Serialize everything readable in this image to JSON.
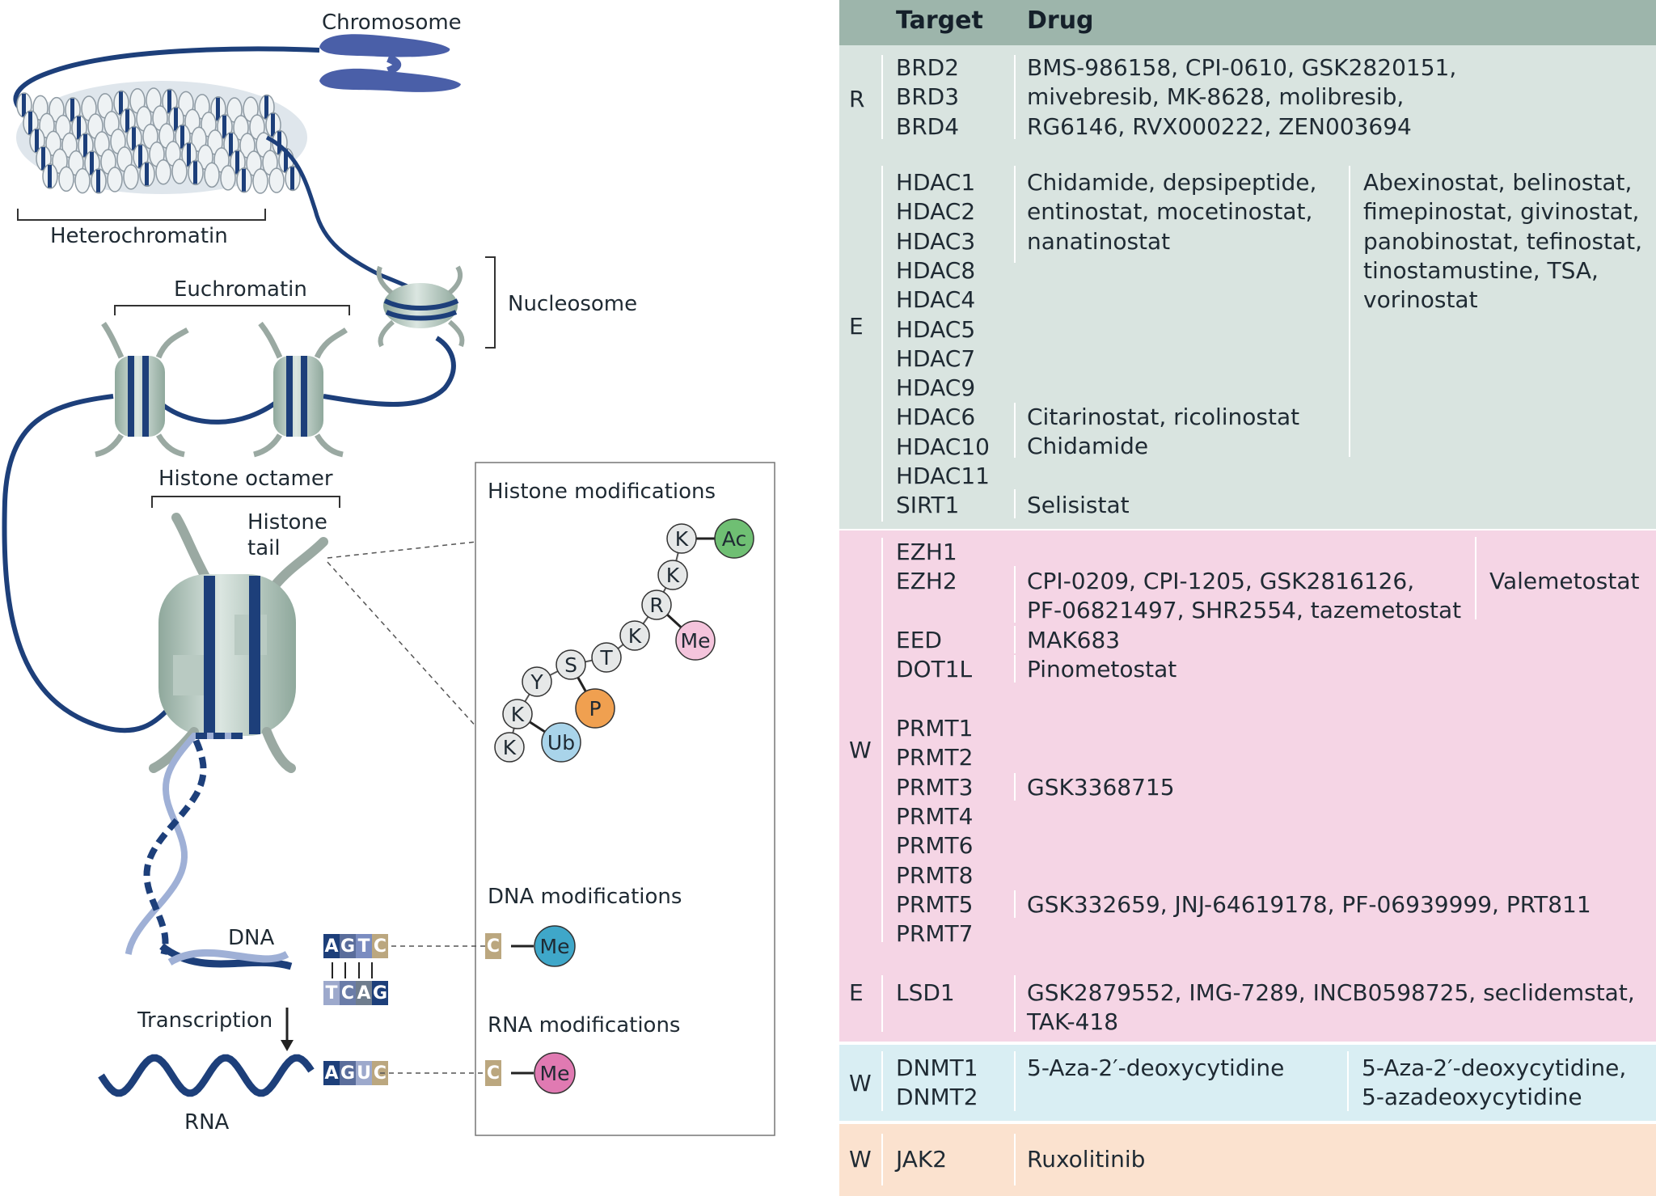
{
  "diagram": {
    "labels": {
      "chromosome": "Chromosome",
      "heterochromatin": "Heterochromatin",
      "euchromatin": "Euchromatin",
      "nucleosome": "Nucleosome",
      "histone_octamer": "Histone octamer",
      "histone_tail_1": "Histone",
      "histone_tail_2": "tail",
      "dna": "DNA",
      "transcription": "Transcription",
      "rna": "RNA"
    },
    "panel": {
      "histone_mods": "Histone modifications",
      "dna_mods": "DNA modifications",
      "rna_mods": "RNA modifications"
    },
    "residues": [
      "K",
      "K",
      "R",
      "K",
      "T",
      "S",
      "Y",
      "K",
      "K"
    ],
    "marks": {
      "ac": "Ac",
      "me": "Me",
      "p": "P",
      "ub": "Ub"
    },
    "dna_top": [
      "A",
      "G",
      "T",
      "C"
    ],
    "dna_bottom": [
      "T",
      "C",
      "A",
      "G"
    ],
    "rna_seq": [
      "A",
      "G",
      "U",
      "C"
    ],
    "mod_base": "C",
    "colors": {
      "navy": "#1d3f7a",
      "chromosome": "#4a5fa8",
      "ac": "#6fbf73",
      "me_histone": "#f4c4dc",
      "p": "#f0a050",
      "ub": "#a9d4ea",
      "me_dna": "#3fa7c9",
      "me_rna": "#e07ab2",
      "base_tan": "#bba77f"
    }
  },
  "table": {
    "header": {
      "target": "Target",
      "drug": "Drug"
    },
    "colors": {
      "header": "#9db5ab",
      "reader": "#d9e4e0",
      "writer": "#f5d5e5",
      "dna": "#d9eef3",
      "jak": "#fbe2cf"
    },
    "groups": [
      {
        "code": "R",
        "targets": [
          "BRD2",
          "BRD3",
          "BRD4"
        ],
        "drugs": [
          "BMS-986158, CPI-0610, GSK2820151,",
          "mivebresib, MK-8628, molibresib,",
          "RG6146, RVX000222, ZEN003694"
        ]
      },
      {
        "code": "E",
        "targets": [
          "HDAC1",
          "HDAC2",
          "HDAC3",
          "HDAC8",
          "HDAC4",
          "HDAC5",
          "HDAC7",
          "HDAC9",
          "HDAC6",
          "HDAC10",
          "HDAC11",
          "SIRT1"
        ],
        "drugs_a": [
          "Chidamide, depsipeptide,",
          "entinostat, mocetinostat,",
          "nanatinostat"
        ],
        "drugs_b": [
          "Citarinostat, ricolinostat",
          "Chidamide"
        ],
        "drugs_c": [
          "Selisistat"
        ],
        "drugs_pan": [
          "Abexinostat, belinostat,",
          "fimepinostat, givinostat,",
          "panobinostat, tefinostat,",
          "tinostamustine, TSA,",
          "vorinostat"
        ]
      },
      {
        "code": "W",
        "targets": [
          "EZH1",
          "EZH2",
          "EED",
          "DOT1L",
          "PRMT1",
          "PRMT2",
          "PRMT3",
          "PRMT4",
          "PRMT6",
          "PRMT8",
          "PRMT5",
          "PRMT7"
        ],
        "drugs_ezh": [
          "CPI-0209, CPI-1205, GSK2816126,",
          "PF-06821497, SHR2554, tazemetostat"
        ],
        "drugs_ezh_dual": [
          "Valemetostat"
        ],
        "drugs_eed": [
          "MAK683"
        ],
        "drugs_dot": [
          "Pinometostat"
        ],
        "drugs_prmt": [
          "GSK3368715"
        ],
        "drugs_prmt5": [
          "GSK332659, JNJ-64619178, PF-06939999, PRT811"
        ]
      },
      {
        "code": "E",
        "targets": [
          "LSD1"
        ],
        "drugs": [
          "GSK2879552, IMG-7289, INCB0598725, seclidemstat,",
          "TAK-418"
        ]
      },
      {
        "code": "W",
        "targets": [
          "DNMT1",
          "DNMT2"
        ],
        "drugs_a": [
          "5-Aza-2′-deoxycytidine"
        ],
        "drugs_b": [
          "5-Aza-2′-deoxycytidine,",
          "5-azadeoxycytidine"
        ]
      },
      {
        "code": "W",
        "targets": [
          "JAK2"
        ],
        "drugs": [
          "Ruxolitinib"
        ]
      }
    ]
  }
}
